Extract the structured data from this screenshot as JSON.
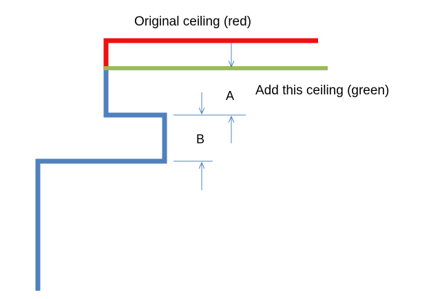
{
  "labels": {
    "original_ceiling": "Original ceiling (red)",
    "added_ceiling": "Add this ceiling (green)",
    "dimension_a": "A",
    "dimension_b": "B"
  },
  "colors": {
    "original_ceiling": "#ee1111",
    "added_ceiling": "#9bbb59",
    "wall_profile": "#4f81bd",
    "dimension_lines": "#4f81bd",
    "text": "#000000",
    "background": "#ffffff"
  }
}
